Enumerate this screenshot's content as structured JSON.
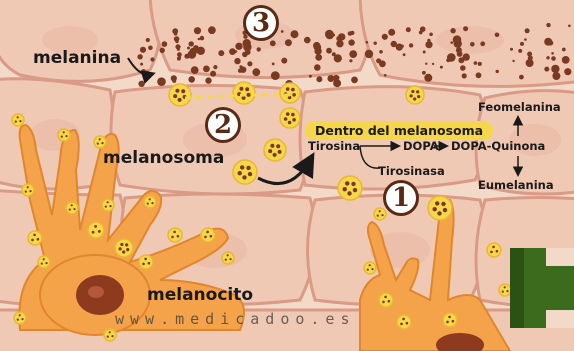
{
  "labels": {
    "melanina": "melanina",
    "melanosoma": "melanosoma",
    "melanocito": "melanocito",
    "inside_title": "Dentro del melanosoma",
    "tirosina": "Tirosina",
    "dopa": "DOPA",
    "dopa_quinona": "DOPA-Quinona",
    "tirosinasa": "Tirosinasa",
    "feomelanina": "Feomelanina",
    "eumelanina": "Eumelanina"
  },
  "steps": {
    "one": "1",
    "two": "2",
    "three": "3"
  },
  "watermark": "www.medicadoo.es",
  "colors": {
    "background": "#f3d9c8",
    "cell_fill": "#f0c9b5",
    "cell_stroke": "#d99a86",
    "melanocyte": "#f4a34a",
    "melanosome": "#f6d64a",
    "pigment": "#7a3a22",
    "label_pill": "#f6d64a",
    "logo_green": "#3d6b1e"
  }
}
